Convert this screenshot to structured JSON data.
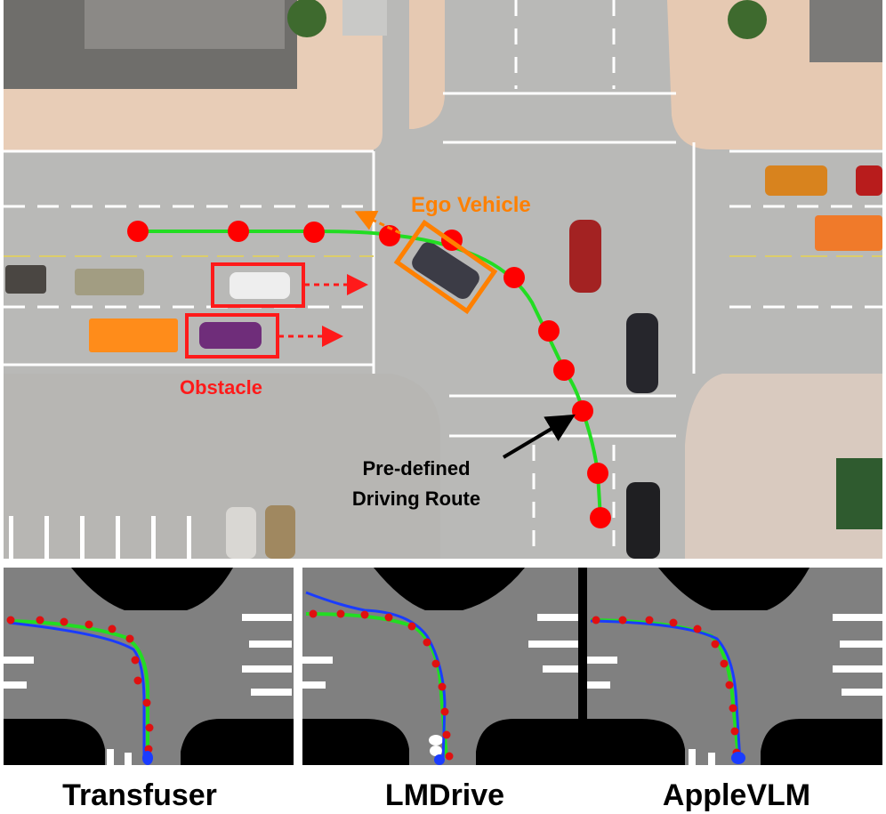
{
  "scene": {
    "ego_label": "Ego Vehicle",
    "obstacle_label": "Obstacle",
    "route_label_line1": "Pre-defined",
    "route_label_line2": "Driving Route",
    "colors": {
      "route_line": "#22dd22",
      "waypoint": "#ff0000",
      "ego": "#ff8000",
      "obstacle": "#ff1a1a",
      "pointer": "#000000"
    }
  },
  "panels": [
    {
      "caption": "Transfuser"
    },
    {
      "caption": "LMDrive"
    },
    {
      "caption": "AppleVLM"
    }
  ],
  "legend_colors": {
    "reference_route": "#22dd22",
    "predicted_path": "#1a3cff",
    "waypoints": "#e01010"
  }
}
